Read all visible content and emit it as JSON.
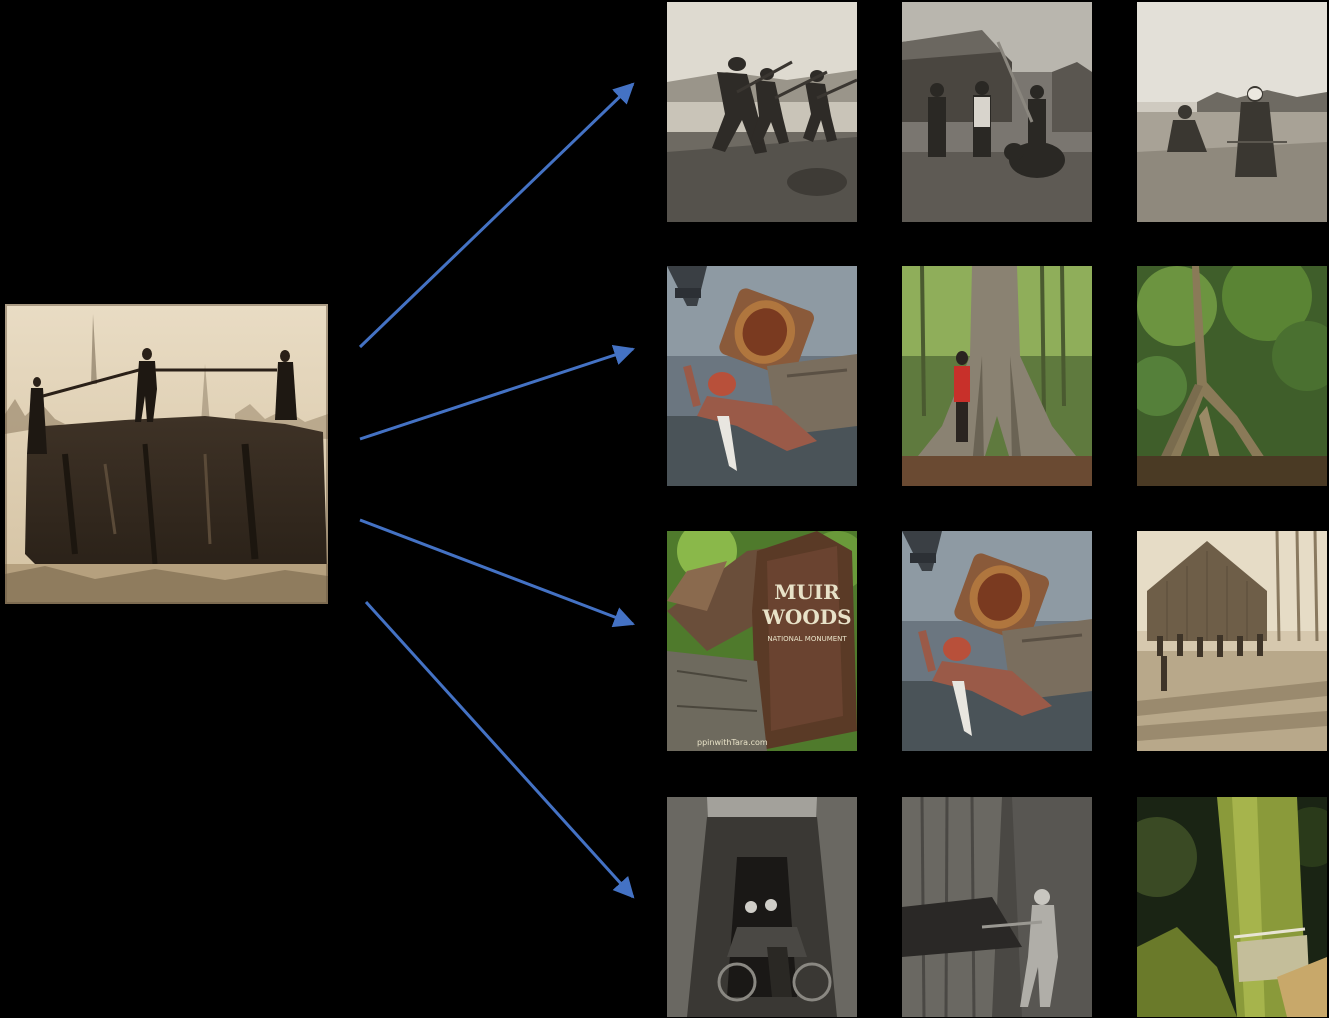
{
  "query_image": {
    "icon": "sepia-photo-three-people-on-giant-tree-stump-with-crosscut-saw"
  },
  "arrow_color": "#4472c4",
  "retrieval_rows": [
    {
      "results": [
        {
          "icon": "sepia-photo-soldiers-charging-with-bayonets"
        },
        {
          "icon": "photo-men-with-bear-by-log-cabin"
        },
        {
          "icon": "sepia-photo-women-harvesting-field"
        }
      ]
    },
    {
      "results": [
        {
          "icon": "colorized-photo-logger-with-chainsaw-under-log"
        },
        {
          "icon": "photo-man-in-red-shirt-at-buttress-tree-roots"
        },
        {
          "icon": "photo-strangler-fig-tree-roots-in-forest"
        }
      ]
    },
    {
      "results": [
        {
          "icon": "photo-muir-woods-sign-carved-in-log",
          "sign_title_line1": "MUIR",
          "sign_title_line2": "WOODS",
          "sign_subtitle": "NATIONAL MONUMENT",
          "watermark": "ppinwithTara.com"
        },
        {
          "icon": "colorized-photo-logger-with-chainsaw-under-log"
        },
        {
          "icon": "sepia-photo-loggers-by-wooden-sawmill"
        }
      ]
    },
    {
      "results": [
        {
          "icon": "bw-photo-horse-wagon-inside-hollow-redwood"
        },
        {
          "icon": "bw-photo-man-cutting-giant-tree-trunk"
        },
        {
          "icon": "photo-mossy-tree-trunk-with-saw-cut"
        }
      ]
    }
  ]
}
